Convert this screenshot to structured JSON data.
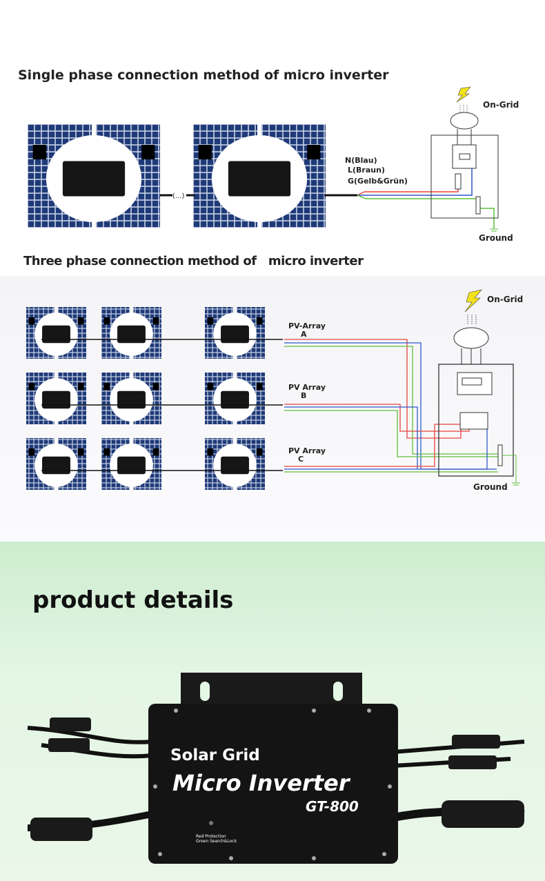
{
  "single_phase": {
    "title": "Single phase connection method of micro inverter",
    "on_grid": "On-Grid",
    "wire_labels": [
      "N(Blau)",
      "L(Braun)",
      "G(Gelb&Grün)"
    ],
    "ground": "Ground",
    "ellipsis": "(...)"
  },
  "three_phase": {
    "title": "Three phase connection method of   micro inverter",
    "on_grid": "On-Grid",
    "arrays": [
      {
        "name": "PV-Array",
        "phase": "A"
      },
      {
        "name": "PV Array",
        "phase": "B"
      },
      {
        "name": "PV Array",
        "phase": "C"
      }
    ],
    "ground": "Ground"
  },
  "product": {
    "title": "product details",
    "brand": "Solar Grid",
    "name": "Micro Inverter",
    "model": "GT-800",
    "led_legend": [
      "Red Protection",
      "Green Search&Lock"
    ]
  },
  "colors": {
    "panel": "#1f3a78",
    "wire_red": "#e8423c",
    "wire_blue": "#2f57c9",
    "wire_green": "#5fbf3a",
    "bolt": "#f2e21a",
    "bg_green": "#dff4de"
  }
}
